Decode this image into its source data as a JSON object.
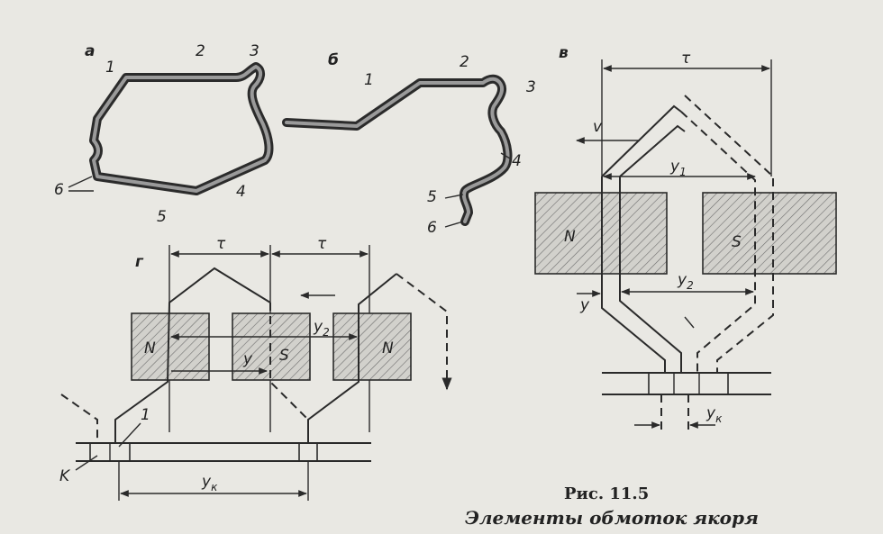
{
  "panels": {
    "a": {
      "letter": "а",
      "numbers": [
        "1",
        "2",
        "3",
        "4",
        "5",
        "6"
      ]
    },
    "b": {
      "letter": "б",
      "numbers": [
        "1",
        "2",
        "3",
        "4",
        "5",
        "6"
      ]
    },
    "v": {
      "letter": "в",
      "tau": "τ",
      "velocity": "v",
      "y1": "y",
      "y1_sub": "1",
      "y2": "y",
      "y2_sub": "2",
      "y": "y",
      "yk": "y",
      "yk_sub": "к",
      "north": "N",
      "south": "S"
    },
    "g": {
      "letter": "г",
      "tau1": "τ",
      "tau2": "τ",
      "y": "y",
      "y2": "y",
      "y2_sub": "2",
      "yk": "y",
      "yk_sub": "к",
      "north1": "N",
      "south": "S",
      "north2": "N",
      "one": "1",
      "k": "K"
    }
  },
  "caption": {
    "number": "Рис. 11.5",
    "title": "Элементы обмоток якоря"
  },
  "colors": {
    "paper": "#e9e8e3",
    "ink": "#2a2a2a"
  }
}
